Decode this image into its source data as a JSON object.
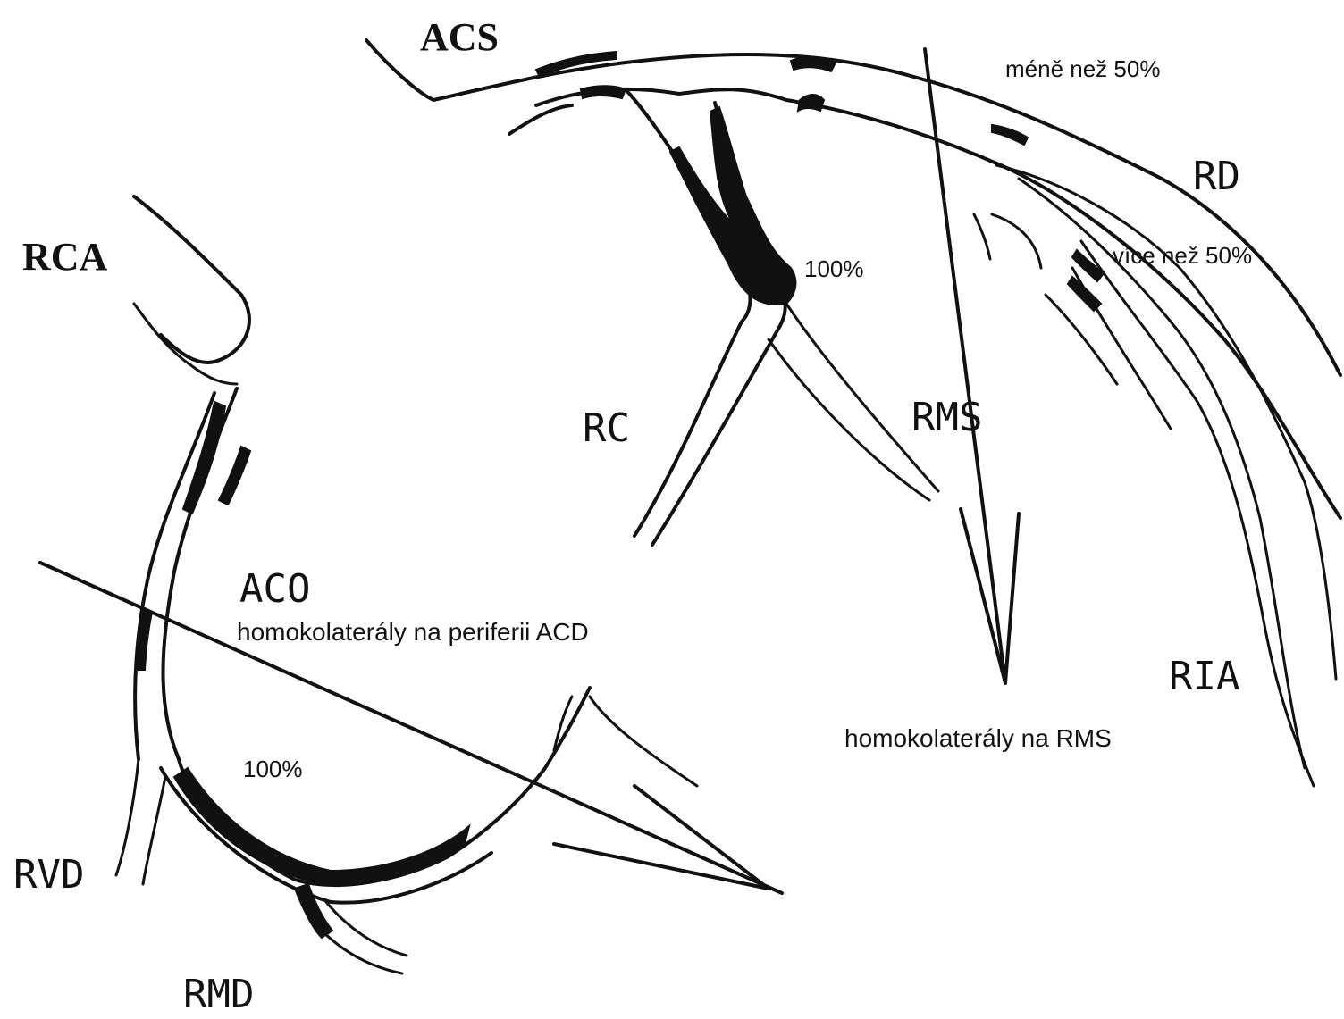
{
  "labels": {
    "acs": "ACS",
    "rca": "RCA",
    "rd": "RD",
    "rc": "RC",
    "rms": "RMS",
    "ria": "RIA",
    "aco": "ACO",
    "rvd": "RVD",
    "rmd": "RMD"
  },
  "annotations": {
    "less_than_50": "méně než 50%",
    "more_than_50": "více než 50%",
    "occlusion_rc": "100%",
    "occlusion_rca": "100%",
    "collaterals_aco": "homokolaterály na periferii ACD",
    "collaterals_rms": "homokolaterály na RMS"
  }
}
